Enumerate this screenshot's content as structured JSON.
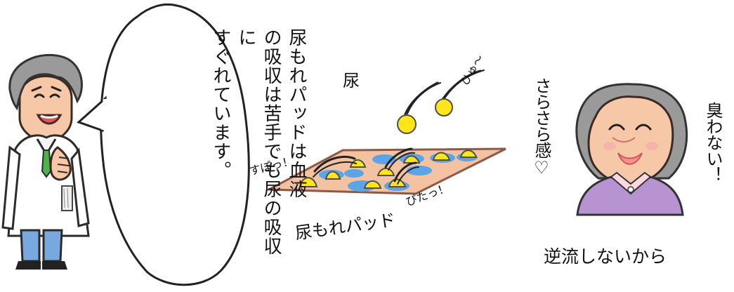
{
  "speech": {
    "line1": "尿もれパッドは血液",
    "line2": "の吸収は苦手でも尿の吸収に",
    "line3": "すぐれています。"
  },
  "labels": {
    "urine": "尿",
    "hyu": "ひゅ～",
    "suppo": "すぽっ！",
    "pitatto": "ぴたっ！",
    "pad": "尿もれパッド",
    "smooth": "さらさら感♡",
    "no_odor": "臭わない！",
    "no_backflow": "逆流しないから"
  },
  "colors": {
    "pad_fill": "#f2c2a2",
    "pad_stroke": "#8c5a47",
    "blue_spots": "#5ba4e6",
    "yellow_drops": "#ffe51a",
    "doctor_coat": "#ffffff",
    "doctor_pants": "#78a9de",
    "tie": "#4cb34a",
    "grandma_shirt": "#b794d1"
  },
  "icons": [
    "doctor-illustration",
    "speech-bubble",
    "urine-drop-icon",
    "absorbent-pad-illustration",
    "grandma-illustration"
  ]
}
